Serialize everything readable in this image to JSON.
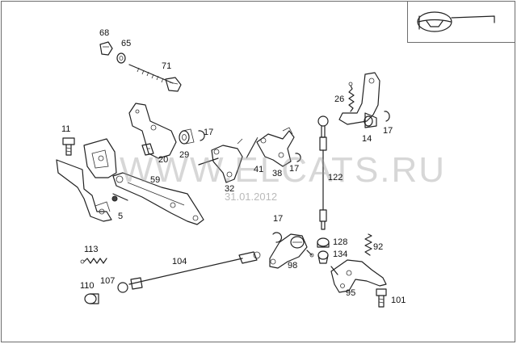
{
  "callouts": {
    "p68": "68",
    "p65": "65",
    "p71": "71",
    "p11": "11",
    "p17a": "17",
    "p20": "20",
    "p29": "29",
    "p59": "59",
    "p5": "5",
    "p32": "32",
    "p41": "41",
    "p38": "38",
    "p17b": "17",
    "p26": "26",
    "p17c": "17",
    "p14": "14",
    "p122": "122",
    "p17d": "17",
    "p128": "128",
    "p92": "92",
    "p134": "134",
    "p98": "98",
    "p113": "113",
    "p104": "104",
    "p110": "110",
    "p107": "107",
    "p95": "95",
    "p101": "101"
  },
  "watermark": {
    "site": "WWW.ELCATS.RU",
    "date": "31.01.2012"
  },
  "colors": {
    "line": "#222222",
    "frame": "#6d6d6d",
    "watermark": "#969696"
  },
  "icons": {
    "corner": "steering-wheel-icon"
  }
}
